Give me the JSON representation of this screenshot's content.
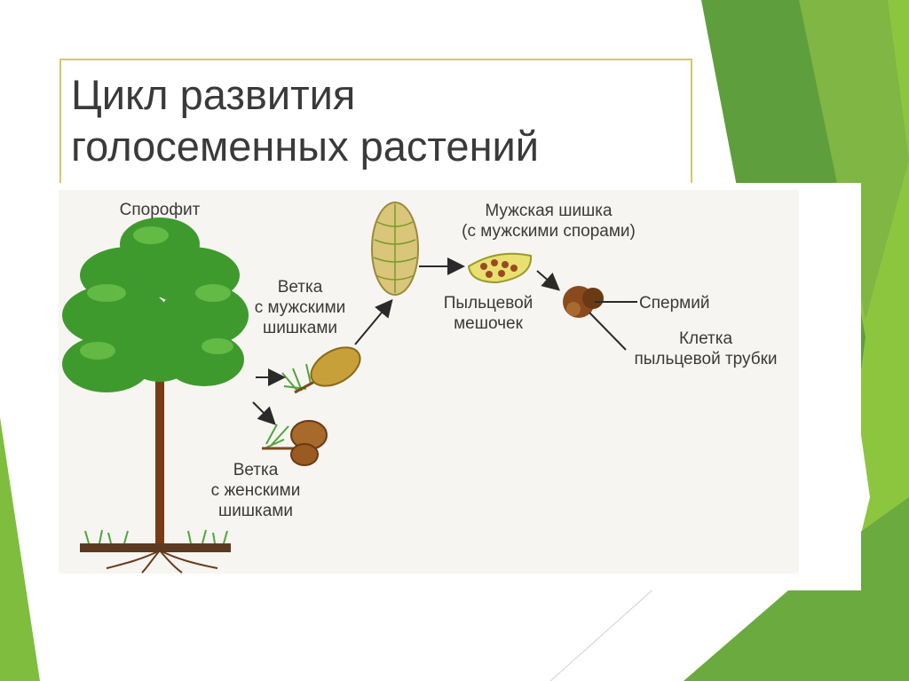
{
  "slide": {
    "title": "Цикл развития\nголосеменных растений",
    "accent_colors": {
      "light_green": "#8cc63f",
      "dark_green": "#5a9e3a",
      "title_border": "#d6c66a"
    }
  },
  "diagram": {
    "labels": {
      "sporophyte": "Спорофит",
      "male_branch": "Ветка\nс мужскими\nшишками",
      "female_branch": "Ветка\nс женскими\nшишками",
      "male_cone": "Мужская шишка\n(с мужскими спорами)",
      "pollen_sac": "Пыльцевой\nмешочек",
      "sperm": "Спермий",
      "tube_cell": "Клетка\nпыльцевой трубки"
    }
  }
}
